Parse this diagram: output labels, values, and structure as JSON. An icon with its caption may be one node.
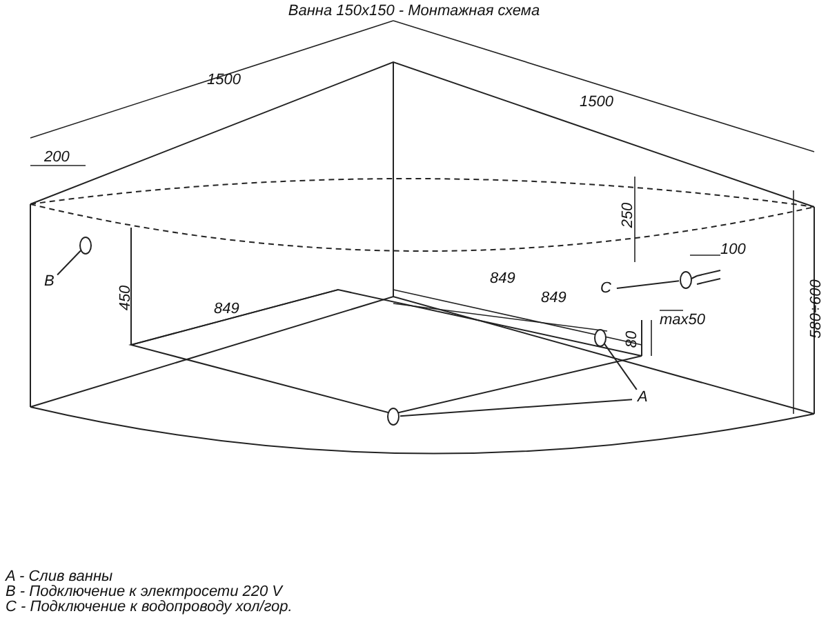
{
  "diagram": {
    "title": "Ванна 150x150 - Монтажная схема",
    "nodes": [
      {
        "text": [
          "A"
        ]
      },
      {
        "text": [],
        "shape": "circle"
      },
      {
        "text": [],
        "shape": "circle"
      },
      {
        "text": [
          "B"
        ]
      },
      {
        "text": [],
        "shape": "circle"
      },
      {
        "text": [
          "C"
        ]
      },
      {
        "text": [],
        "shape": "circle"
      }
    ],
    "edges": [
      {
        "from": 0,
        "to": 1,
        "arrow": "none"
      },
      {
        "from": 0,
        "to": 2,
        "arrow": "none"
      },
      {
        "from": 3,
        "to": 4,
        "arrow": "none"
      },
      {
        "from": 5,
        "to": 6,
        "arrow": "none"
      }
    ],
    "labels": [
      "1500",
      "1500",
      "200",
      "250",
      "100",
      "450",
      "849",
      "849",
      "849",
      "80",
      "max50",
      "580÷600",
      "A - Слив ванны",
      "B - Подключение к электросети 220 V",
      "C - Подключение к водопроводу хол/гор."
    ]
  }
}
